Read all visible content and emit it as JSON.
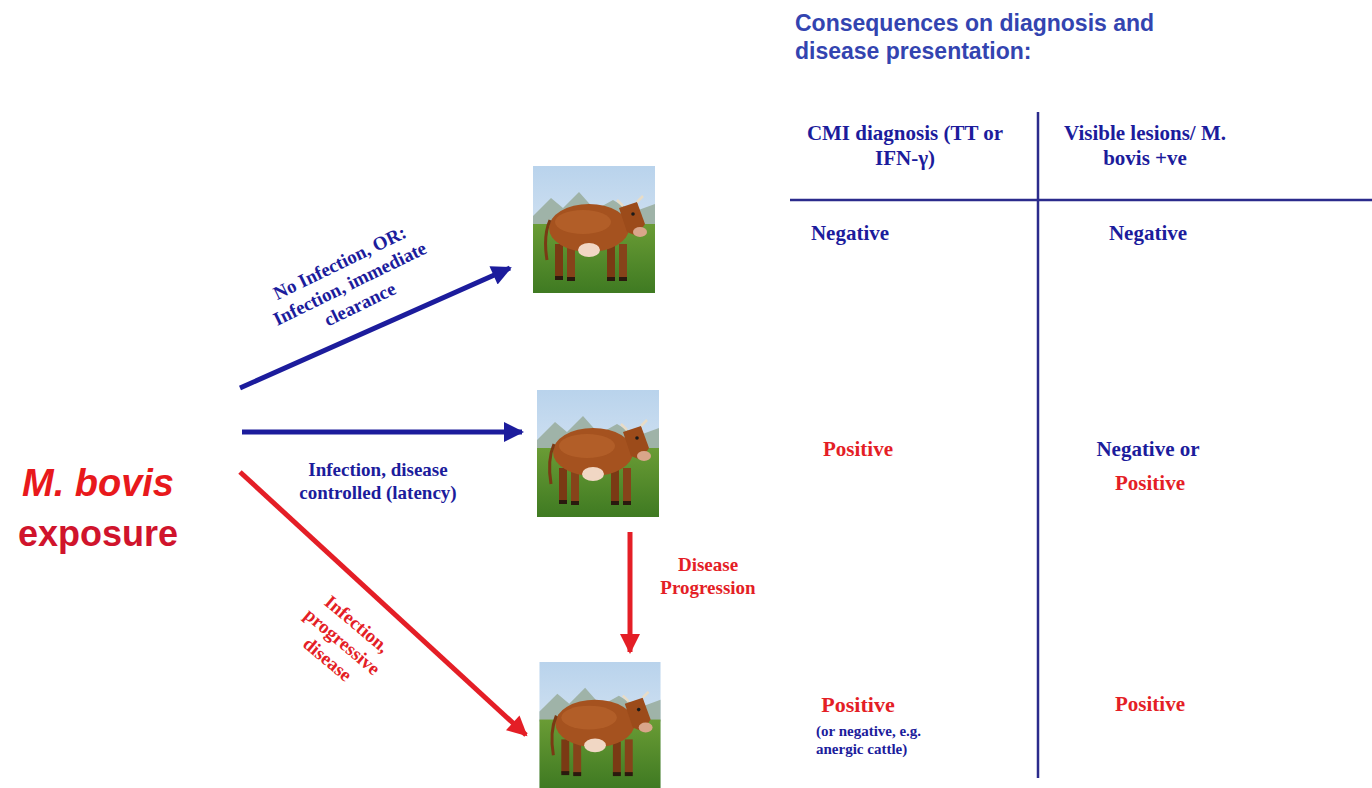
{
  "diagram": {
    "labels": [
      "No Infection, OR: Infection, immediate clearance",
      "Infection, disease controlled (latency)",
      "Infection, progressive disease",
      "Disease Progression",
      "M. bovis",
      "exposure",
      "Consequences on diagnosis and disease presentation:",
      "CMI diagnosis (TT or IFN-γ)",
      "Visible lesions/ M. bovis +ve",
      "Negative",
      "Negative",
      "Positive",
      "Negative or",
      "Positive",
      "Positive",
      "(or negative, e.g. anergic cattle)",
      "Positive"
    ]
  }
}
